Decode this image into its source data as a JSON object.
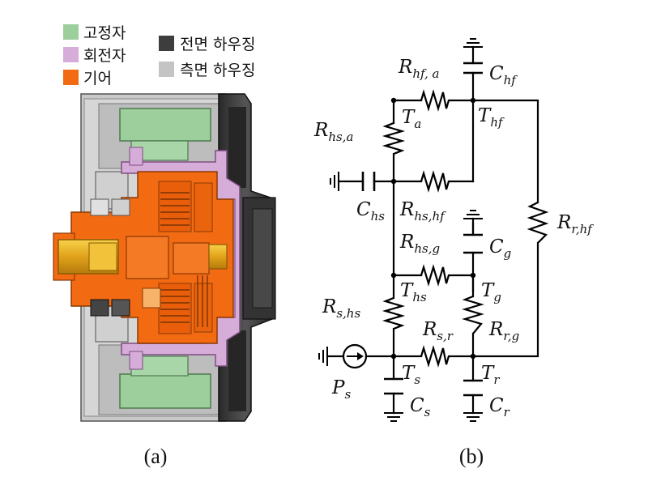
{
  "legend": {
    "stator": {
      "label": "고정자",
      "color": "#9ccf9c"
    },
    "rotor": {
      "label": "회전자",
      "color": "#d6acd9"
    },
    "gear": {
      "label": "기어",
      "color": "#f26a12"
    },
    "front_housing": {
      "label": "전면 하우징",
      "color": "#3d3d3d"
    },
    "side_housing": {
      "label": "측면 하우징",
      "color": "#c4c4c4"
    }
  },
  "captions": {
    "a": "(a)",
    "b": "(b)"
  },
  "circuit": {
    "labels": {
      "R_hf_a": {
        "main": "R",
        "sub": "hf, a"
      },
      "C_hf": {
        "main": "C",
        "sub": "hf"
      },
      "T_a": {
        "main": "T",
        "sub": "a"
      },
      "T_hf": {
        "main": "T",
        "sub": "hf"
      },
      "R_hs_a": {
        "main": "R",
        "sub": "hs,a"
      },
      "C_hs": {
        "main": "C",
        "sub": "hs"
      },
      "R_hs_hf": {
        "main": "R",
        "sub": "hs,hf"
      },
      "R_r_hf": {
        "main": "R",
        "sub": "r,hf"
      },
      "R_hs_g": {
        "main": "R",
        "sub": "hs,g"
      },
      "C_g": {
        "main": "C",
        "sub": "g"
      },
      "T_hs": {
        "main": "T",
        "sub": "hs"
      },
      "T_g": {
        "main": "T",
        "sub": "g"
      },
      "R_s_hs": {
        "main": "R",
        "sub": "s,hs"
      },
      "R_s_r": {
        "main": "R",
        "sub": "s,r"
      },
      "R_r_g": {
        "main": "R",
        "sub": "r,g"
      },
      "T_s": {
        "main": "T",
        "sub": "s"
      },
      "T_r": {
        "main": "T",
        "sub": "r"
      },
      "P_s": {
        "main": "P",
        "sub": "s"
      },
      "C_s": {
        "main": "C",
        "sub": "s"
      },
      "C_r": {
        "main": "C",
        "sub": "r"
      }
    }
  }
}
